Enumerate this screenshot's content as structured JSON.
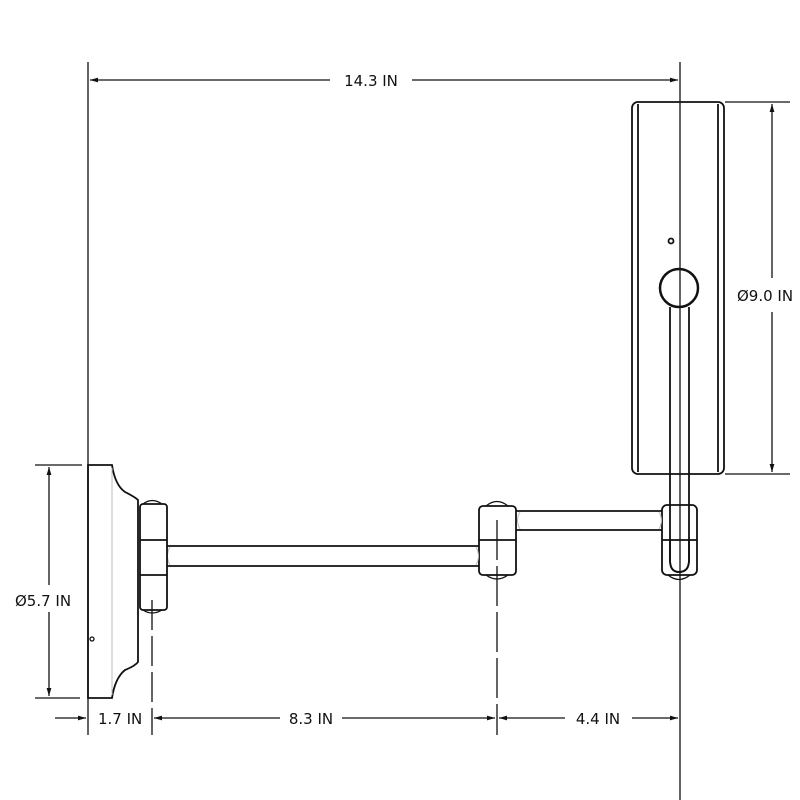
{
  "dimensions": {
    "overall_width": "14.3 IN",
    "mirror_diameter": "Ø9.0 IN",
    "base_diameter": "Ø5.7 IN",
    "base_depth": "1.7 IN",
    "arm_1": "8.3 IN",
    "arm_2": "4.4 IN"
  },
  "colors": {
    "line": "#111111",
    "background": "#ffffff"
  }
}
